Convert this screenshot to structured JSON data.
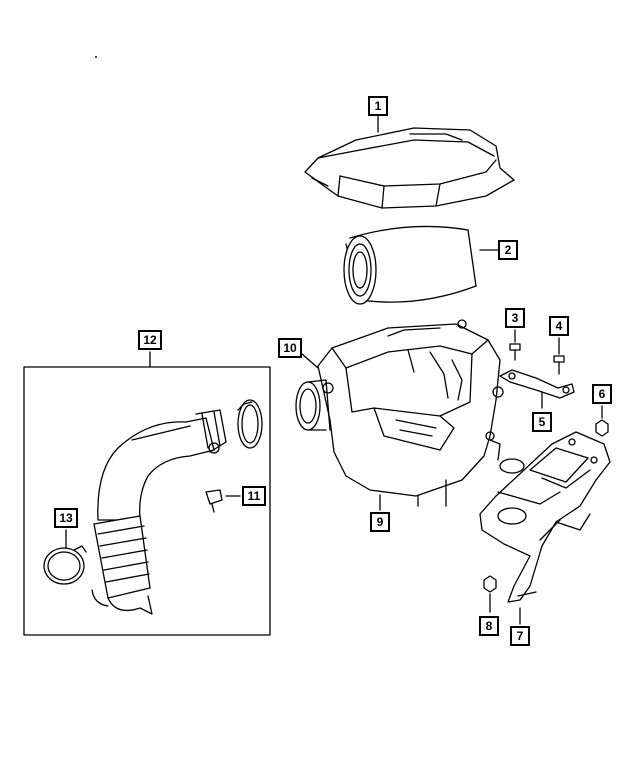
{
  "diagram": {
    "callouts": [
      "1",
      "2",
      "3",
      "4",
      "5",
      "6",
      "7",
      "8",
      "9",
      "10",
      "11",
      "12",
      "13"
    ]
  },
  "colors": {
    "line": "#000000",
    "fill": "#ffffff",
    "shade": "#d8d8d8"
  }
}
